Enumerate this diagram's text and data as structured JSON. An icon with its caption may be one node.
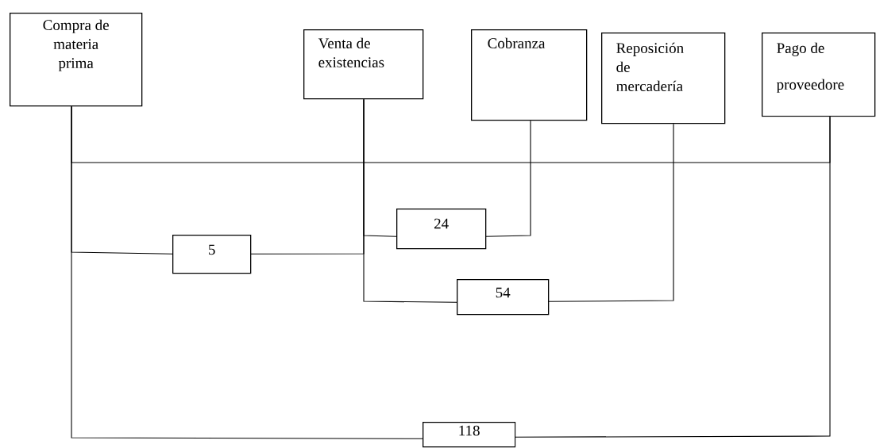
{
  "diagram": {
    "nodes": [
      {
        "text": [
          "Compra de materia prima"
        ]
      },
      {
        "text": [
          "Venta de existencias"
        ]
      },
      {
        "text": [
          "Cobranza"
        ]
      },
      {
        "text": [
          "Reposición de mercadería"
        ]
      },
      {
        "text": [
          "Pago de proveedore"
        ]
      },
      {
        "text": [
          "5"
        ]
      },
      {
        "text": [
          "24"
        ]
      },
      {
        "text": [
          "54"
        ]
      },
      {
        "text": [
          "118"
        ]
      }
    ],
    "edges": [
      {
        "from": 0,
        "to": 4,
        "arrow": "none"
      },
      {
        "from": 5,
        "to": 0,
        "arrow": "none"
      },
      {
        "from": 5,
        "to": 1,
        "arrow": "none"
      },
      {
        "from": 6,
        "to": 1,
        "arrow": "none"
      },
      {
        "from": 6,
        "to": 2,
        "arrow": "none"
      },
      {
        "from": 7,
        "to": 1,
        "arrow": "none"
      },
      {
        "from": 7,
        "to": 3,
        "arrow": "none"
      },
      {
        "from": 8,
        "to": 0,
        "arrow": "none"
      },
      {
        "from": 8,
        "to": 4,
        "arrow": "none"
      }
    ]
  }
}
